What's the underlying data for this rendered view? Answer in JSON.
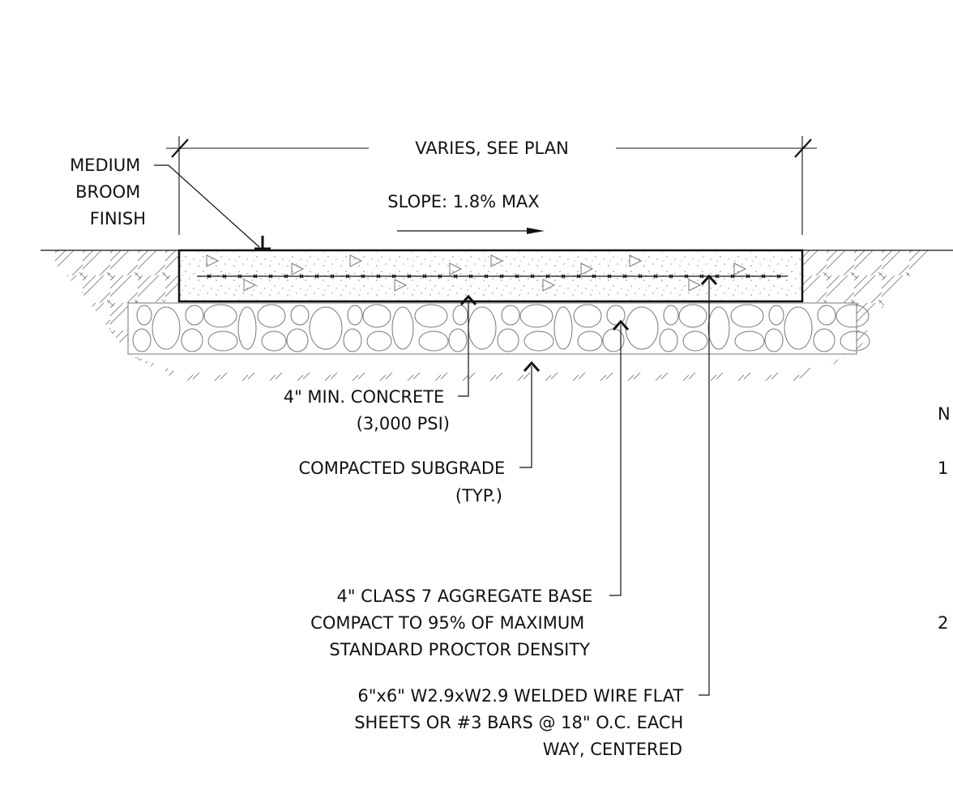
{
  "dimension": {
    "text": "VARIES, SEE PLAN"
  },
  "slope": {
    "text": "SLOPE: 1.8% MAX"
  },
  "finish": {
    "lines": [
      "MEDIUM",
      "BROOM",
      "FINISH"
    ]
  },
  "concrete": {
    "lines": [
      "4\" MIN. CONCRETE",
      "(3,000 PSI)"
    ]
  },
  "subgrade": {
    "lines": [
      "COMPACTED SUBGRADE",
      "(TYP.)"
    ]
  },
  "aggregate": {
    "lines": [
      "4\" CLASS 7 AGGREGATE BASE",
      "COMPACT TO 95% OF MAXIMUM",
      "STANDARD PROCTOR DENSITY"
    ]
  },
  "reinforcement": {
    "lines": [
      "6\"x6\" W2.9xW2.9 WELDED WIRE FLAT",
      "SHEETS OR #3 BARS @ 18\" O.C. EACH",
      "WAY, CENTERED"
    ]
  },
  "notes": {
    "heading_fragment": "N",
    "item_fragments": [
      "1",
      "2"
    ]
  }
}
